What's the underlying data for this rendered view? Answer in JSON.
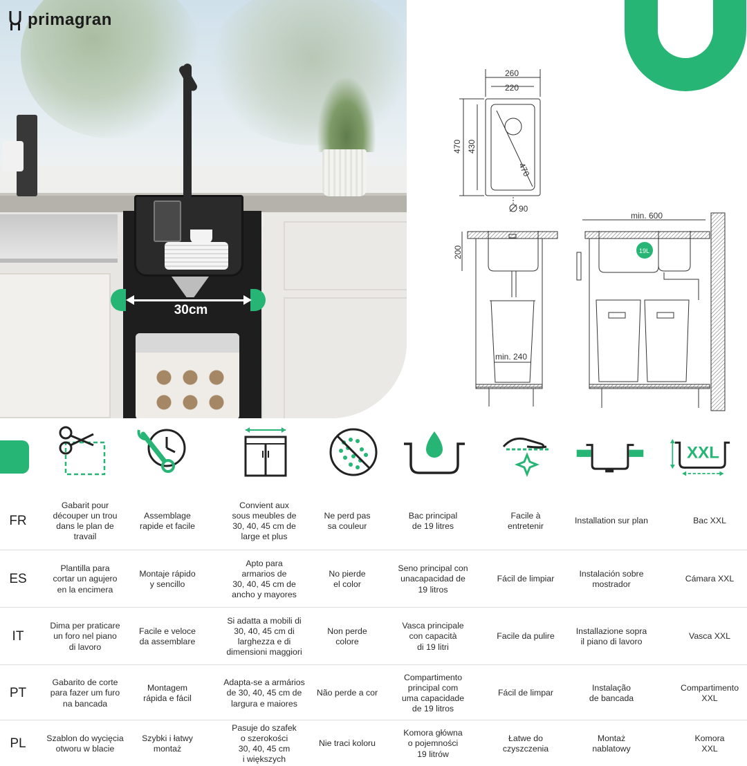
{
  "brand": {
    "name": "primagran",
    "accent_color": "#26b574"
  },
  "hero": {
    "width_label": "30cm"
  },
  "top_view": {
    "outer_width": "260",
    "inner_width": "220",
    "outer_depth": "470",
    "inner_depth": "430",
    "diagonal": "470",
    "drain": "90"
  },
  "side_view": {
    "bowl_depth": "200",
    "min_cabinet": "min. 240"
  },
  "front_view": {
    "min_width": "min. 600",
    "capacity_badge": "19L"
  },
  "icons": [
    "scissors-template-icon",
    "wrench-clock-icon",
    "cabinet-width-icon",
    "no-color-loss-icon",
    "main-bowl-drop-icon",
    "easy-clean-hand-icon",
    "top-mount-icon",
    "xxl-bowl-icon"
  ],
  "xxl_label": "XXL",
  "languages": [
    {
      "code": "FR",
      "cells": [
        "Gabarit pour\ndécouper un trou\ndans le plan de\ntravail",
        "Assemblage\nrapide et facile",
        "Convient aux\nsous  meubles de\n30, 40, 45 cm  de\nlarge et plus",
        "Ne perd pas\nsa couleur",
        "Bac principal\nde 19 litres",
        "Facile à\nentretenir",
        "Installation sur plan",
        "Bac XXL"
      ]
    },
    {
      "code": "ES",
      "cells": [
        "Plantilla para\ncortar un agujero\nen la encimera",
        "Montaje rápido\ny sencillo",
        "Apto para\narmarios  de\n30, 40, 45 cm  de\nancho y mayores",
        "No pierde\nel color",
        "Seno principal con\nunacapacidad de\n19 litros",
        "Fácil de limpiar",
        "Instalación sobre\nmostrador",
        "Cámara XXL"
      ]
    },
    {
      "code": "IT",
      "cells": [
        "Dima per praticare\nun foro nel piano\ndi lavoro",
        "Facile e veloce\nda assemblare",
        "Si adatta a mobili di\n30, 40, 45 cm di\nlarghezza e di\ndimensioni maggiori",
        "Non perde\ncolore",
        "Vasca principale\ncon capacità\ndi 19 litri",
        "Facile da pulire",
        "Installazione sopra\nil piano di lavoro",
        "Vasca XXL"
      ]
    },
    {
      "code": "PT",
      "cells": [
        "Gabarito de corte\npara fazer um furo\nna bancada",
        "Montagem\nrápida e fácil",
        "Adapta-se a armários\nde 30, 40, 45 cm de\nlargura e maiores",
        "Não perde a cor",
        "Compartimento\nprincipal com\numa capacidade\nde 19 litros",
        "Fácil de limpar",
        "Instalação\nde bancada",
        "Compartimento\nXXL"
      ]
    },
    {
      "code": "PL",
      "cells": [
        "Szablon do wycięcia\notworu w blacie",
        "Szybki i łatwy\nmontaż",
        "Pasuje do szafek\no szerokości\n30, 40, 45 cm\ni większych",
        "Nie traci koloru",
        "Komora główna\no pojemności\n19 litrów",
        "Łatwe do\nczyszczenia",
        "Montaż\nnablatowy",
        "Komora\nXXL"
      ]
    }
  ]
}
